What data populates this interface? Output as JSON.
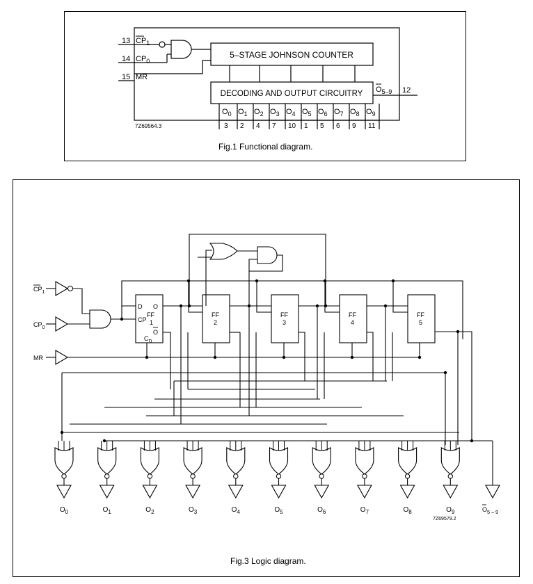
{
  "fig1": {
    "caption": "Fig.1  Functional diagram.",
    "code": "7Z69564.3",
    "counter_label": "5–STAGE JOHNSON COUNTER",
    "decoder_label": "DECODING AND OUTPUT CIRCUITRY",
    "inputs": [
      {
        "pin": "13",
        "name": "CP",
        "sub": "1",
        "overbar": true
      },
      {
        "pin": "14",
        "name": "CP",
        "sub": "0",
        "overbar": false
      },
      {
        "pin": "15",
        "name": "MR",
        "sub": "",
        "overbar": false
      }
    ],
    "carry_out": {
      "name": "O",
      "sub": "5–9",
      "overbar": true,
      "pin": "12"
    },
    "outputs": [
      {
        "name": "O",
        "sub": "0",
        "pin": "3"
      },
      {
        "name": "O",
        "sub": "1",
        "pin": "2"
      },
      {
        "name": "O",
        "sub": "2",
        "pin": "4"
      },
      {
        "name": "O",
        "sub": "3",
        "pin": "7"
      },
      {
        "name": "O",
        "sub": "4",
        "pin": "10"
      },
      {
        "name": "O",
        "sub": "5",
        "pin": "1"
      },
      {
        "name": "O",
        "sub": "6",
        "pin": "5"
      },
      {
        "name": "O",
        "sub": "7",
        "pin": "6"
      },
      {
        "name": "O",
        "sub": "8",
        "pin": "9"
      },
      {
        "name": "O",
        "sub": "9",
        "pin": "11"
      }
    ]
  },
  "fig3": {
    "caption": "Fig.3  Logic diagram.",
    "code": "7Z69579.2",
    "inputs": [
      {
        "name": "CP",
        "sub": "1",
        "overbar": true
      },
      {
        "name": "CP",
        "sub": "0",
        "overbar": false
      },
      {
        "name": "MR",
        "sub": "",
        "overbar": false
      }
    ],
    "ff1": {
      "d": "D",
      "q": "O",
      "cp": "CP",
      "ff": "FF",
      "num": "1",
      "qbar": "O",
      "cd": "C",
      "cd_sub": "D"
    },
    "flipflops": [
      {
        "ff": "FF",
        "num": "2"
      },
      {
        "ff": "FF",
        "num": "3"
      },
      {
        "ff": "FF",
        "num": "4"
      },
      {
        "ff": "FF",
        "num": "5"
      }
    ],
    "outputs": [
      {
        "name": "O",
        "sub": "0"
      },
      {
        "name": "O",
        "sub": "1"
      },
      {
        "name": "O",
        "sub": "2"
      },
      {
        "name": "O",
        "sub": "3"
      },
      {
        "name": "O",
        "sub": "4"
      },
      {
        "name": "O",
        "sub": "5"
      },
      {
        "name": "O",
        "sub": "6"
      },
      {
        "name": "O",
        "sub": "7"
      },
      {
        "name": "O",
        "sub": "8"
      },
      {
        "name": "O",
        "sub": "9"
      }
    ],
    "carry_out": {
      "name": "O",
      "sub": "5 – 9",
      "overbar": true
    }
  }
}
